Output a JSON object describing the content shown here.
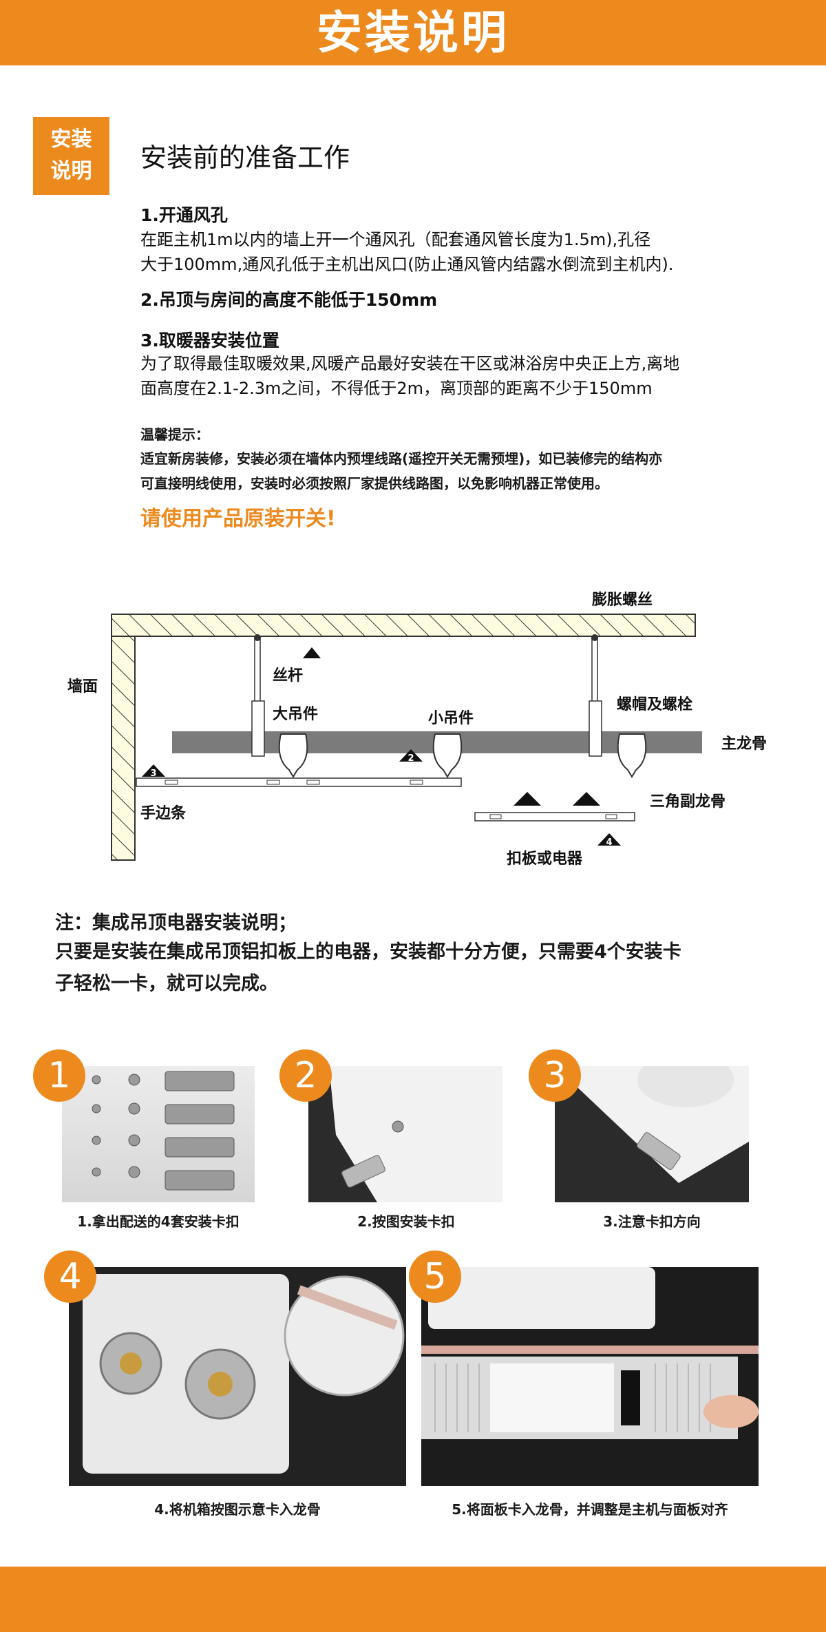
{
  "header": {
    "title": "安装说明"
  },
  "badge": {
    "line1": "安装",
    "line2": "说明"
  },
  "prep_title": "安装前的准备工作",
  "sections": [
    {
      "heading": "1.开通风孔",
      "lines": [
        "在距主机1m以内的墙上开一个通风孔（配套通风管长度为1.5m),孔径",
        "大于100mm,通风孔低于主机出风口(防止通风管内结露水倒流到主机内)."
      ]
    },
    {
      "heading": "2.吊顶与房间的高度不能低于150mm",
      "lines": []
    },
    {
      "heading": "3.取暖器安装位置",
      "lines": [
        "为了取得最佳取暖效果,风暖产品最好安装在干区或淋浴房中央正上方,离地",
        "面高度在2.1-2.3m之间，不得低于2m，离顶部的距离不少于150mm"
      ]
    }
  ],
  "tip": {
    "heading": "温馨提示：",
    "lines": [
      "适宜新房装修，安装必须在墙体内预埋线路(遥控开关无需预埋)，如已装修完的结构亦",
      "可直接明线使用，安装时必须按照厂家提供线路图，以免影响机器正常使用。"
    ],
    "warning": "请使用产品原装开关!"
  },
  "diagram": {
    "labels": {
      "expansion_screw": "膨胀螺丝",
      "wall": "墙面",
      "rod": "丝杆",
      "big_hanger": "大吊件",
      "small_hanger": "小吊件",
      "nut_bolt": "螺帽及螺栓",
      "main_keel": "主龙骨",
      "edge_strip": "手边条",
      "triangle_keel": "三角副龙骨",
      "panel": "扣板或电器"
    },
    "markers": [
      "2",
      "3",
      "4"
    ]
  },
  "note": {
    "heading": "注：集成吊顶电器安装说明；",
    "lines": [
      "只要是安装在集成吊顶铝扣板上的电器，安装都十分方便，只需要4个安装卡",
      "子轻松一卡，就可以完成。"
    ]
  },
  "steps": [
    {
      "number": "1",
      "caption": "1.拿出配送的4套安装卡扣"
    },
    {
      "number": "2",
      "caption": "2.按图安装卡扣"
    },
    {
      "number": "3",
      "caption": "3.注意卡扣方向"
    },
    {
      "number": "4",
      "caption": "4.将机箱按图示意卡入龙骨"
    },
    {
      "number": "5",
      "caption": "5.将面板卡入龙骨，并调整是主机与面板对齐"
    }
  ],
  "colors": {
    "accent": "#ec8a1e",
    "keel": "#7b7b7b",
    "wall_hatch": "#fdfbe0"
  }
}
